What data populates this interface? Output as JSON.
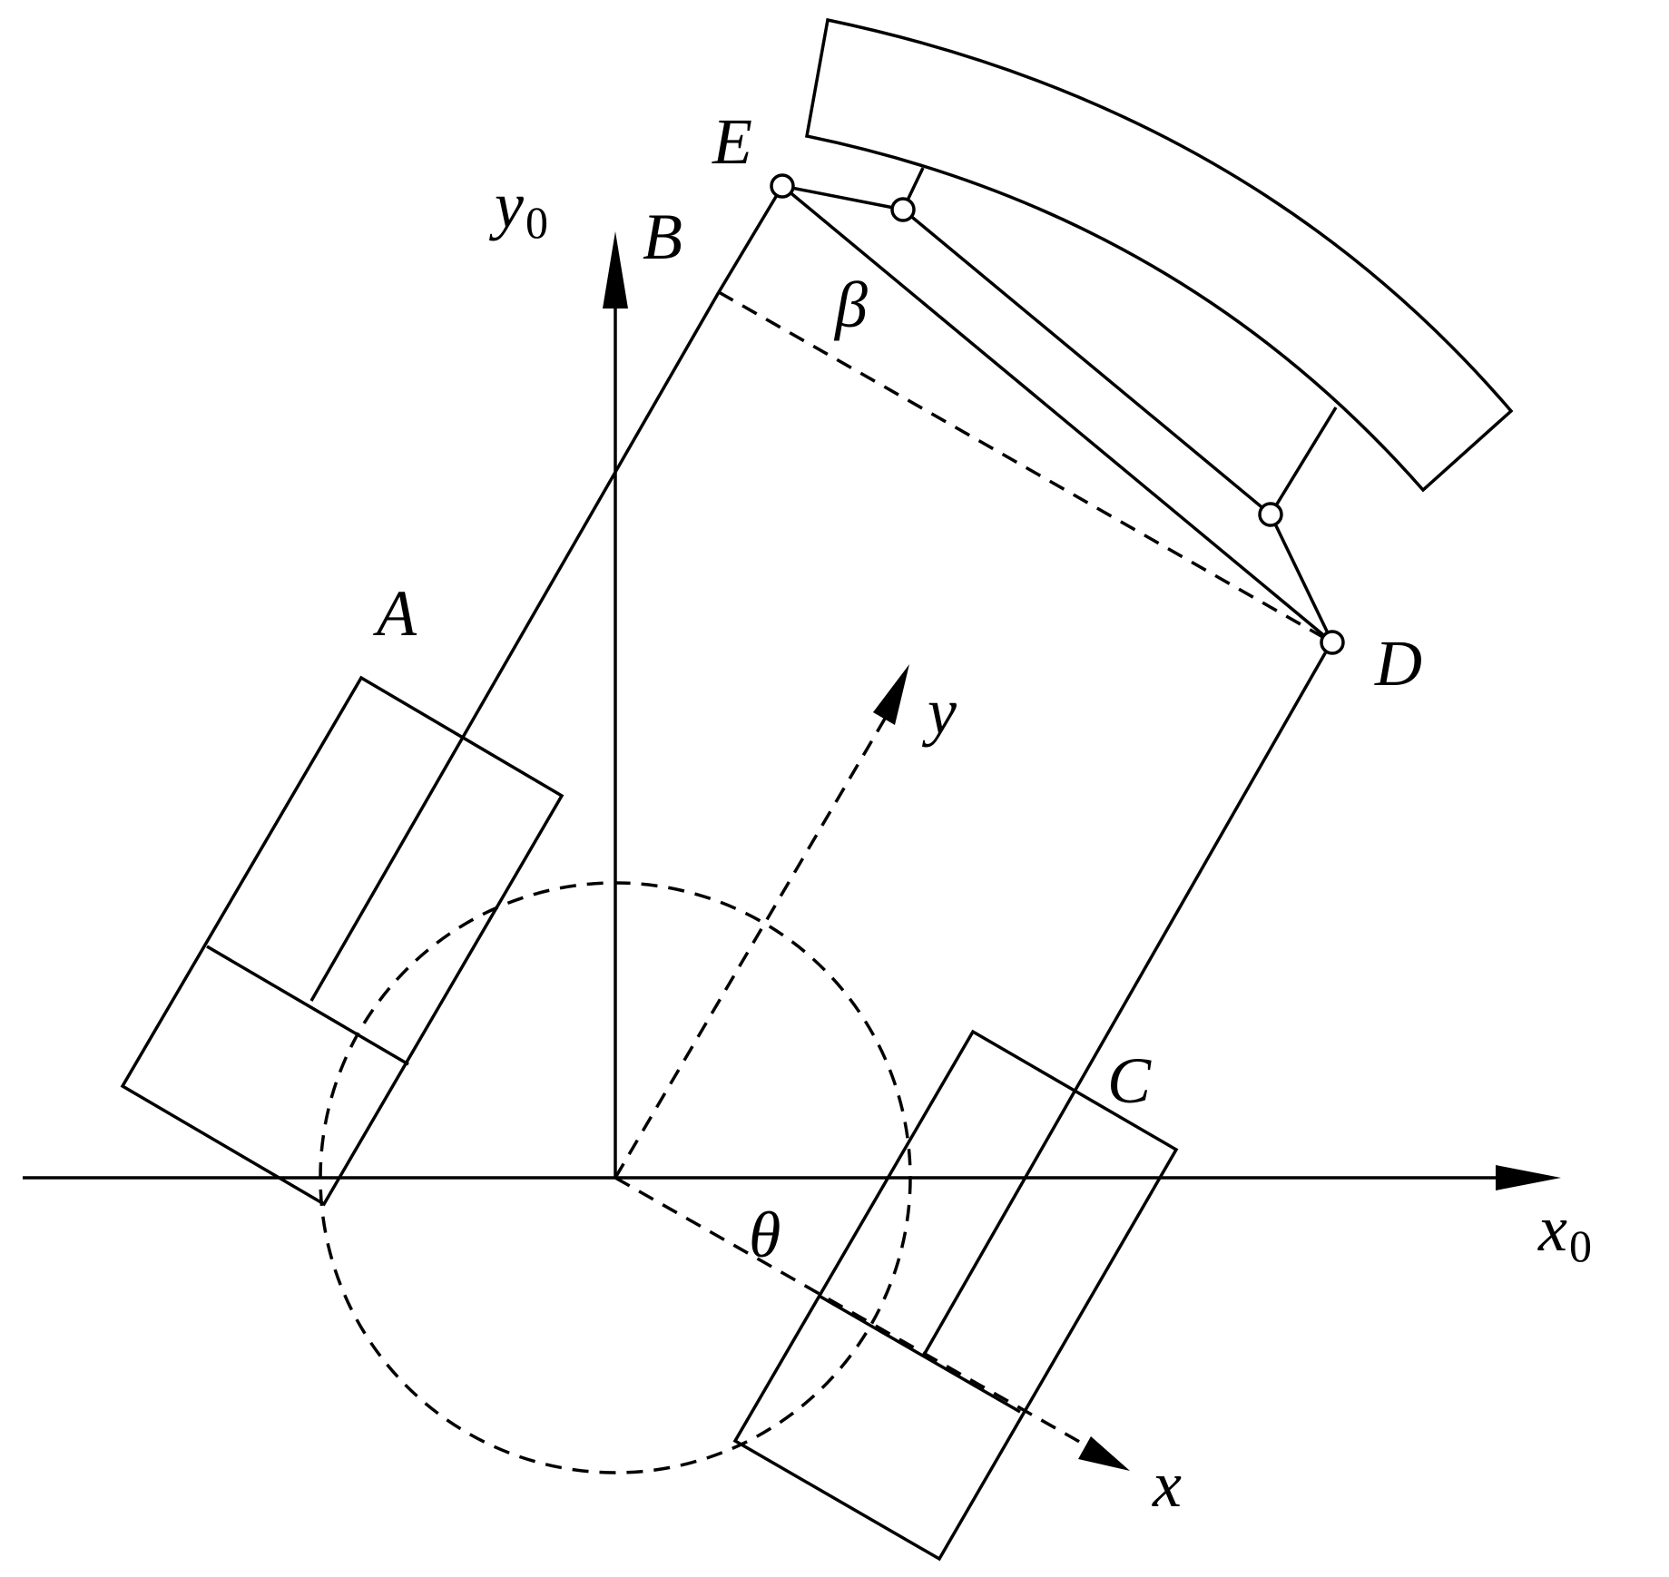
{
  "labels": {
    "A": "A",
    "B": "B",
    "C": "C",
    "D": "D",
    "E": "E",
    "beta": "β",
    "theta": "θ",
    "x": "x",
    "y": "y",
    "x0_base": "x",
    "x0_sub": "0",
    "y0_base": "y",
    "y0_sub": "0"
  }
}
